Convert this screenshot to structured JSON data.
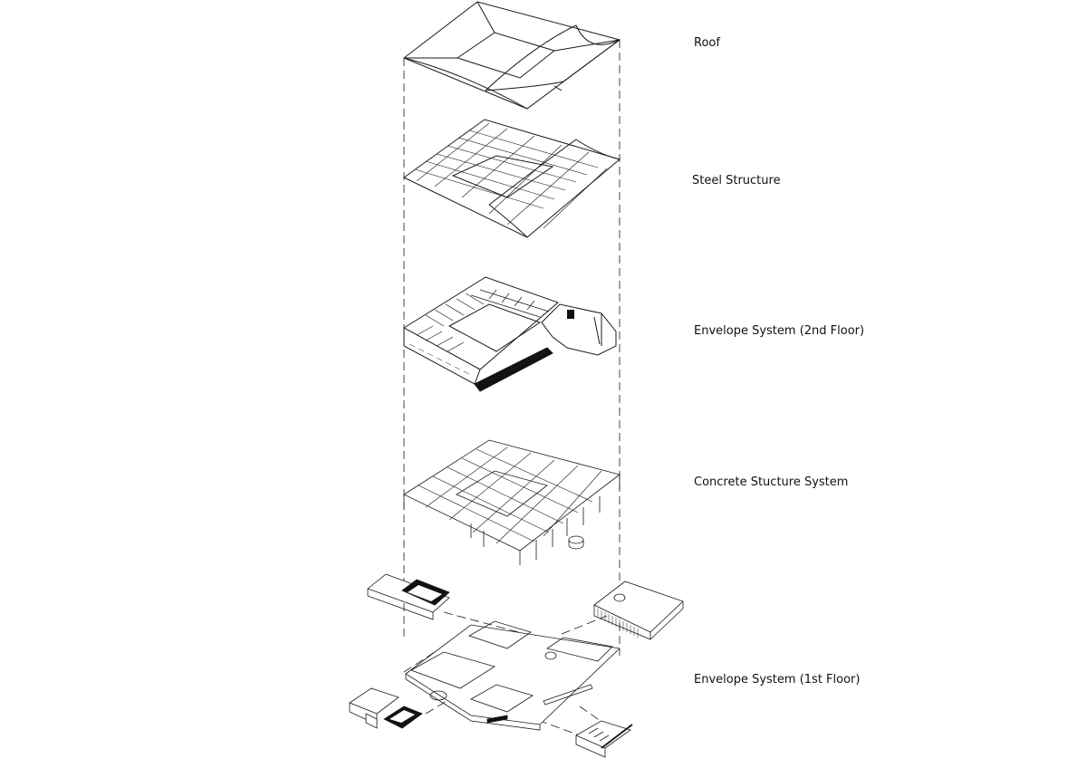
{
  "layers": [
    {
      "id": "roof",
      "label": "Roof"
    },
    {
      "id": "steel",
      "label": "Steel Structure"
    },
    {
      "id": "env2",
      "label": "Envelope System (2nd Floor)"
    },
    {
      "id": "conc",
      "label": "Concrete Stucture System"
    },
    {
      "id": "env1",
      "label": "Envelope System (1st Floor)"
    }
  ],
  "colors": {
    "line": "#1a1a1a",
    "fill": "#ffffff",
    "solid": "#111111"
  }
}
